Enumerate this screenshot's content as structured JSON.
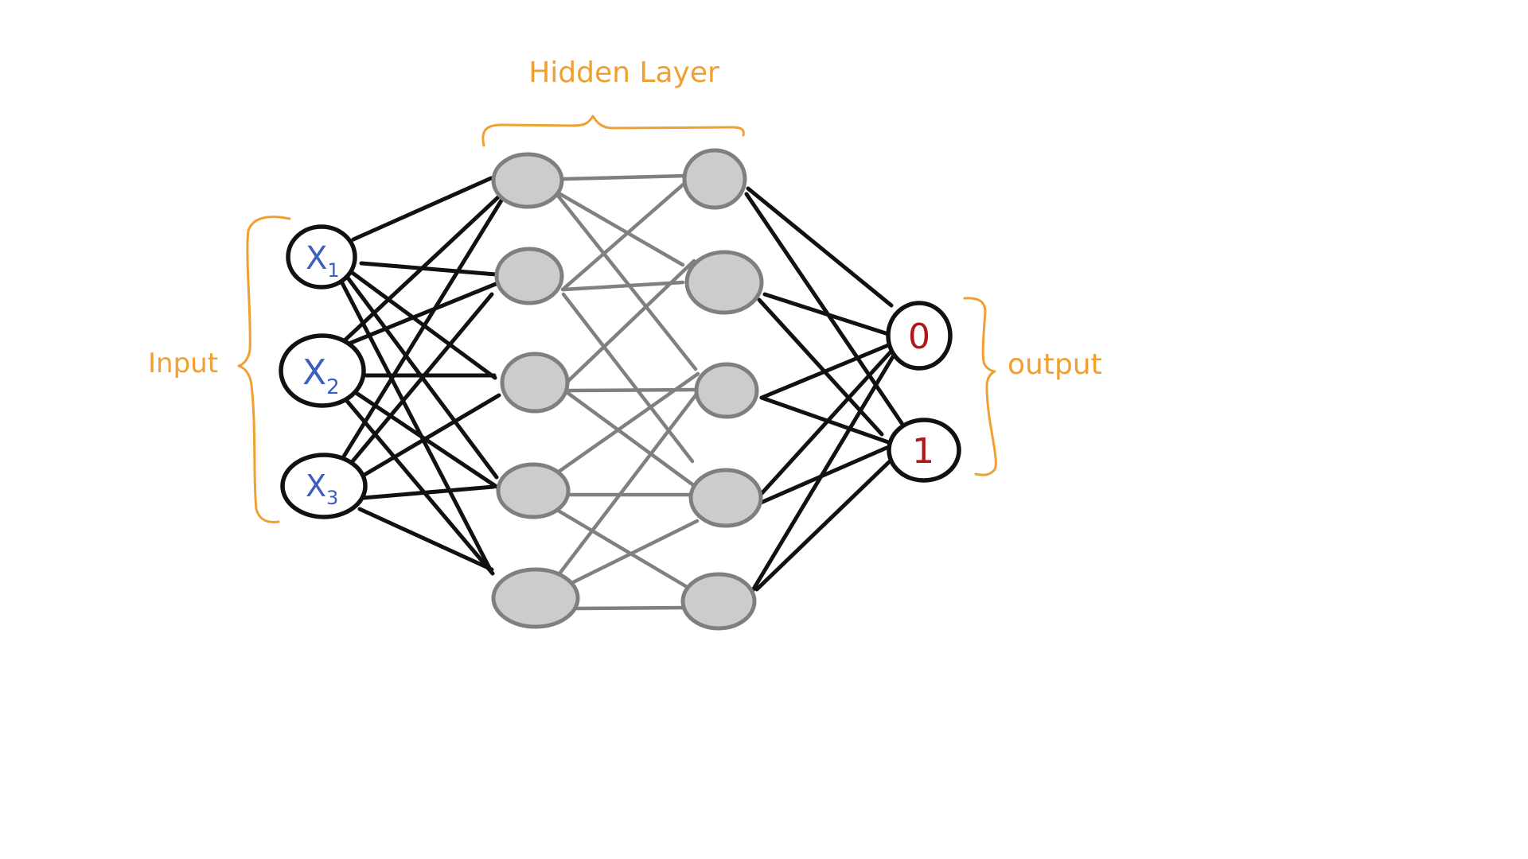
{
  "labels": {
    "hidden_layer": "Hidden Layer",
    "input": "Input",
    "output": "output"
  },
  "input_nodes": [
    {
      "symbol": "X",
      "subscript": "1"
    },
    {
      "symbol": "X",
      "subscript": "2"
    },
    {
      "symbol": "X",
      "subscript": "3"
    }
  ],
  "output_nodes": [
    {
      "symbol": "0"
    },
    {
      "symbol": "1"
    }
  ],
  "colors": {
    "annotation": "#f0a030",
    "input_text": "#3a5fc0",
    "output_text": "#b01818",
    "hidden_fill": "#cccccc",
    "hidden_stroke": "#7f7f7f",
    "edge_strong": "#111111",
    "edge_hidden": "#808080"
  }
}
